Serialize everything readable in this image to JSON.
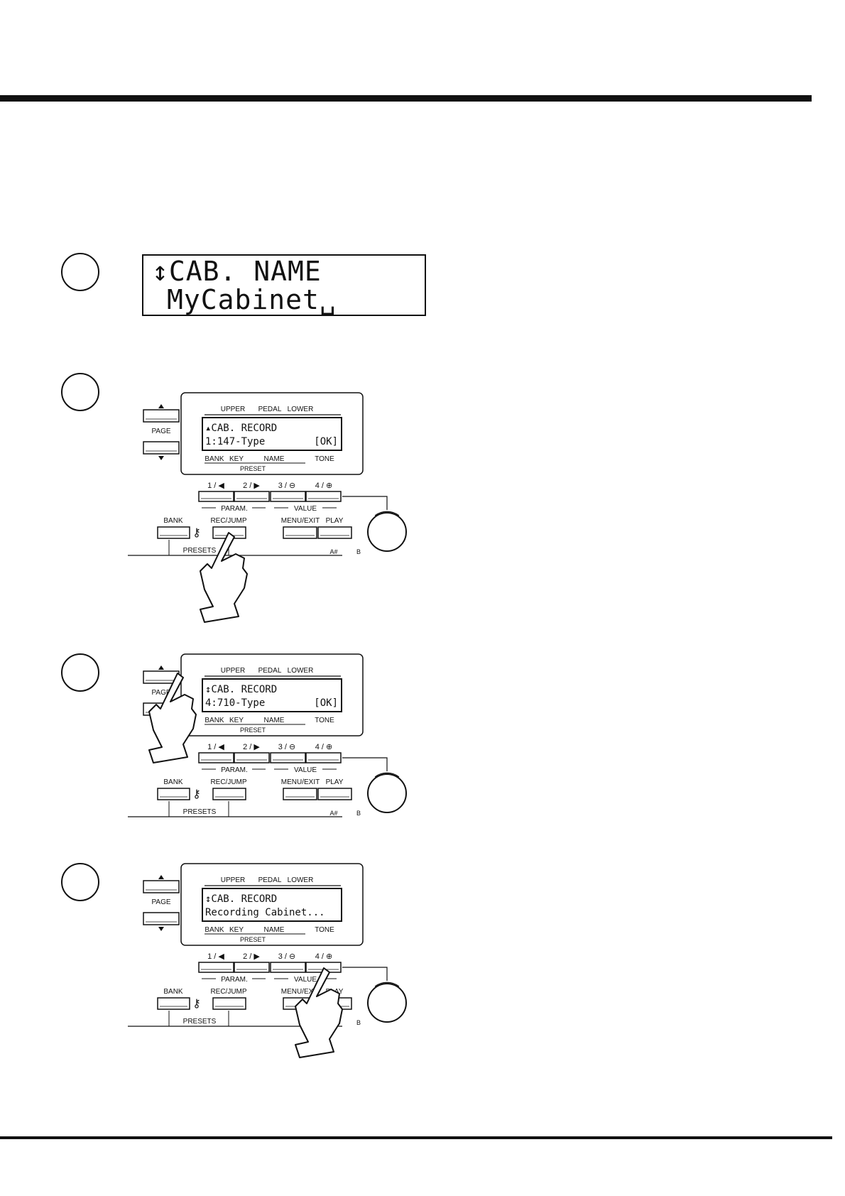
{
  "big_display": {
    "line1_arrow": "↕",
    "line1": "CAB. NAME",
    "line2": "MyCabinet␣"
  },
  "panel_labels": {
    "upper": "UPPER",
    "pedal": "PEDAL",
    "lower": "LOWER",
    "bank_tab": "BANK",
    "key_tab": "KEY",
    "name_tab": "NAME",
    "tone_tab": "TONE",
    "preset": "PRESET",
    "page": "PAGE",
    "param_btn1": "1 / ◀",
    "param_btn2": "2 / ▶",
    "param_btn3": "3 / ⊖",
    "param_btn4": "4 / ⊕",
    "param_group": "PARAM.",
    "value_group": "VALUE",
    "bank_button": "BANK",
    "rec_jump_button": "REC/JUMP",
    "menu_exit_button": "MENU/EXIT",
    "play_button": "PLAY",
    "presets": "PRESETS",
    "key_a_sharp": "A#",
    "key_b": "B"
  },
  "steps": [
    {
      "lcd_line1": "▴CAB. RECORD",
      "lcd_line2": "1:147-Type",
      "lcd_ok": "[OK]"
    },
    {
      "lcd_line1": "↕CAB. RECORD",
      "lcd_line2": "4:710-Type",
      "lcd_ok": "[OK]"
    },
    {
      "lcd_line1": "↕CAB. RECORD",
      "lcd_line2": "Recording Cabinet...",
      "lcd_ok": ""
    }
  ]
}
